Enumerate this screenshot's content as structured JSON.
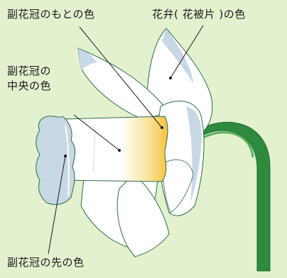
{
  "labels": {
    "corona_base": "副花冠のもとの色",
    "tepal": "花弁( 花被片 )の色",
    "corona_middle": [
      "副花冠の",
      "中央の色"
    ],
    "corona_tip": "副花冠の先の色"
  },
  "colors": {
    "background": "#e3f1cf",
    "petal_fill": "#ffffff",
    "petal_shadow": "#c8d7e4",
    "outline": "#2f6b45",
    "corona_base": "#f7c84a",
    "corona_tip": "#c8d7e4",
    "stem": "#2e8a3c",
    "stem_shadow": "#1d6b2b"
  }
}
